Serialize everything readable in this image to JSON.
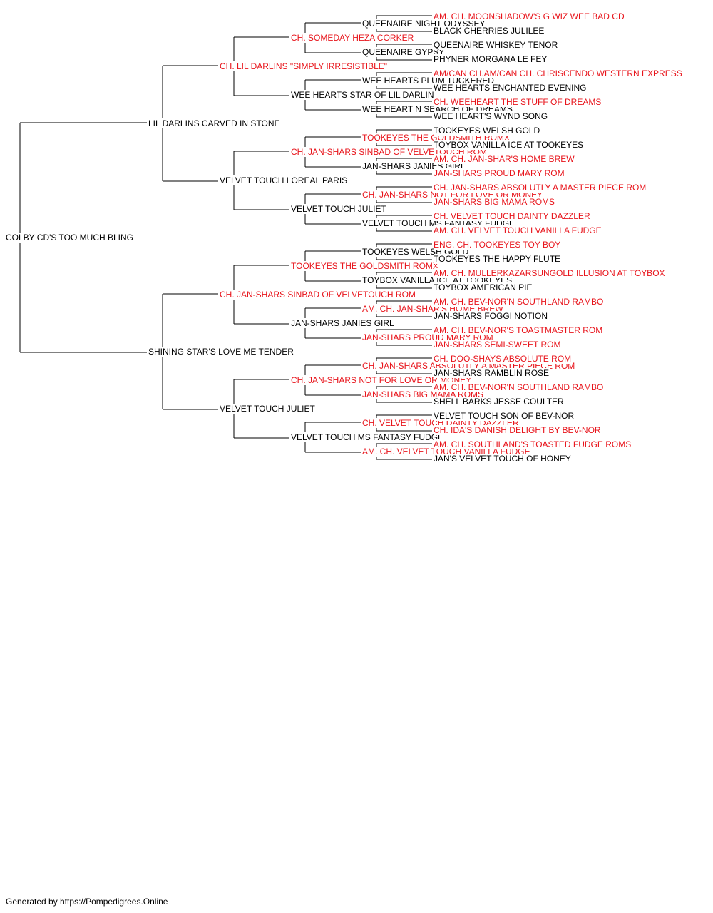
{
  "colors": {
    "champion": "#e8141b",
    "regular": "#000000"
  },
  "footer": "Generated by https://Pompedigrees.Online",
  "pedigree": {
    "name": "COLBY CD'S TOO MUCH BLING",
    "champion": false,
    "sire": {
      "name": "LIL DARLINS CARVED IN STONE",
      "champion": false,
      "sire": {
        "name": "CH. LIL DARLINS \"SIMPLY IRRESISTIBLE\"",
        "champion": true,
        "sire": {
          "name": "CH. SOMEDAY HEZA CORKER",
          "champion": true,
          "sire": {
            "name": "QUEENAIRE NIGHT ODYSSEY",
            "champion": false,
            "sire": {
              "name": "AM. CH. MOONSHADOW'S G WIZ WEE BAD CD",
              "champion": true
            },
            "dam": {
              "name": "BLACK CHERRIES JULILEE",
              "champion": false
            }
          },
          "dam": {
            "name": "QUEENAIRE GYPSY",
            "champion": false,
            "sire": {
              "name": "QUEENAIRE WHISKEY TENOR",
              "champion": false
            },
            "dam": {
              "name": "PHYNER MORGANA LE FEY",
              "champion": false
            }
          }
        },
        "dam": {
          "name": "WEE HEARTS STAR OF LIL DARLIN",
          "champion": false,
          "sire": {
            "name": "WEE HEARTS PLUM TUCKERED",
            "champion": false,
            "sire": {
              "name": "AM/CAN CH.AM/CAN CH. CHRISCENDO WESTERN EXPRESS",
              "champion": true
            },
            "dam": {
              "name": "WEE HEARTS ENCHANTED EVENING",
              "champion": false
            }
          },
          "dam": {
            "name": "WEE HEART N SEARCH OF DREAMS",
            "champion": false,
            "sire": {
              "name": "CH. WEEHEART THE STUFF OF DREAMS",
              "champion": true
            },
            "dam": {
              "name": "WEE HEART'S WYND SONG",
              "champion": false
            }
          }
        }
      },
      "dam": {
        "name": "VELVET TOUCH LOREAL PARIS",
        "champion": false,
        "sire": {
          "name": "CH. JAN-SHARS SINBAD OF VELVETOUCH ROM",
          "champion": true,
          "sire": {
            "name": "TOOKEYES THE GOLDSMITH ROMX",
            "champion": true,
            "sire": {
              "name": "TOOKEYES WELSH GOLD",
              "champion": false
            },
            "dam": {
              "name": "TOYBOX VANILLA ICE AT TOOKEYES",
              "champion": false
            }
          },
          "dam": {
            "name": "JAN-SHARS JANIES GIRL",
            "champion": false,
            "sire": {
              "name": "AM. CH. JAN-SHAR'S HOME BREW",
              "champion": true
            },
            "dam": {
              "name": "JAN-SHARS PROUD MARY ROM",
              "champion": true
            }
          }
        },
        "dam": {
          "name": "VELVET TOUCH JULIET",
          "champion": false,
          "sire": {
            "name": "CH. JAN-SHARS NOT FOR LOVE OR MONEY",
            "champion": true,
            "sire": {
              "name": "CH. JAN-SHARS ABSOLUTLY A MASTER PIECE ROM",
              "champion": true
            },
            "dam": {
              "name": "JAN-SHARS BIG MAMA ROMS",
              "champion": true
            }
          },
          "dam": {
            "name": "VELVET TOUCH MS FANTASY FUDGE",
            "champion": false,
            "sire": {
              "name": "CH. VELVET TOUCH DAINTY DAZZLER",
              "champion": true
            },
            "dam": {
              "name": "AM. CH. VELVET TOUCH VANILLA FUDGE",
              "champion": true
            }
          }
        }
      }
    },
    "dam": {
      "name": "SHINING STAR'S LOVE ME TENDER",
      "champion": false,
      "sire": {
        "name": "CH. JAN-SHARS SINBAD OF VELVETOUCH ROM",
        "champion": true,
        "sire": {
          "name": "TOOKEYES THE GOLDSMITH ROMX",
          "champion": true,
          "sire": {
            "name": "TOOKEYES WELSH GOLD",
            "champion": false,
            "sire": {
              "name": "ENG. CH. TOOKEYES TOY BOY",
              "champion": true
            },
            "dam": {
              "name": "TOOKEYES THE HAPPY FLUTE",
              "champion": false
            }
          },
          "dam": {
            "name": "TOYBOX VANILLA ICE AT TOOKEYES",
            "champion": false,
            "sire": {
              "name": "AM. CH. MULLERKAZARSUNGOLD ILLUSION AT TOYBOX",
              "champion": true
            },
            "dam": {
              "name": "TOYBOX AMERICAN PIE",
              "champion": false
            }
          }
        },
        "dam": {
          "name": "JAN-SHARS JANIES GIRL",
          "champion": false,
          "sire": {
            "name": "AM. CH. JAN-SHAR'S HOME BREW",
            "champion": true,
            "sire": {
              "name": "AM. CH. BEV-NOR'N SOUTHLAND RAMBO",
              "champion": true
            },
            "dam": {
              "name": "JAN-SHARS FOGGI NOTION",
              "champion": false
            }
          },
          "dam": {
            "name": "JAN-SHARS PROUD MARY ROM",
            "champion": true,
            "sire": {
              "name": "AM. CH. BEV-NOR'S TOASTMASTER ROM",
              "champion": true
            },
            "dam": {
              "name": "JAN-SHARS SEMI-SWEET ROM",
              "champion": true
            }
          }
        }
      },
      "dam": {
        "name": "VELVET TOUCH JULIET",
        "champion": false,
        "sire": {
          "name": "CH. JAN-SHARS NOT FOR LOVE OR MONEY",
          "champion": true,
          "sire": {
            "name": "CH. JAN-SHARS ABSOLUTLY A MASTER PIECE ROM",
            "champion": true,
            "sire": {
              "name": "CH. DOO-SHAYS ABSOLUTE ROM",
              "champion": true
            },
            "dam": {
              "name": "JAN-SHARS RAMBLIN ROSE",
              "champion": false
            }
          },
          "dam": {
            "name": "JAN-SHARS BIG MAMA ROMS",
            "champion": true,
            "sire": {
              "name": "AM. CH. BEV-NOR'N SOUTHLAND RAMBO",
              "champion": true
            },
            "dam": {
              "name": "SHELL BARKS JESSE COULTER",
              "champion": false
            }
          }
        },
        "dam": {
          "name": "VELVET TOUCH MS FANTASY FUDGE",
          "champion": false,
          "sire": {
            "name": "CH. VELVET TOUCH DAINTY DAZZLER",
            "champion": true,
            "sire": {
              "name": "VELVET TOUCH SON OF BEV-NOR",
              "champion": false
            },
            "dam": {
              "name": "CH. IDA'S DANISH DELIGHT BY BEV-NOR",
              "champion": true
            }
          },
          "dam": {
            "name": "AM. CH. VELVET TOUCH VANILLA FUDGE",
            "champion": true,
            "sire": {
              "name": "AM. CH. SOUTHLAND'S TOASTED FUDGE ROMS",
              "champion": true
            },
            "dam": {
              "name": "JAN'S VELVET TOUCH OF HONEY",
              "champion": false
            }
          }
        }
      }
    }
  }
}
